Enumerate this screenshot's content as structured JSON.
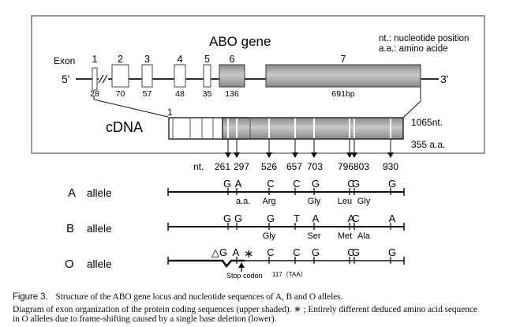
{
  "gene": {
    "title": "ABO gene",
    "legend": [
      "nt.: nucleotide position",
      "a.a.: amino acide"
    ],
    "exon_label": "Exon",
    "five_prime": "5'",
    "three_prime": "3'",
    "exons": [
      {
        "number": "1",
        "length": "28",
        "shaded": false
      },
      {
        "number": "2",
        "length": "70",
        "shaded": false
      },
      {
        "number": "3",
        "length": "57",
        "shaded": false
      },
      {
        "number": "4",
        "length": "48",
        "shaded": false
      },
      {
        "number": "5",
        "length": "35",
        "shaded": false
      },
      {
        "number": "6",
        "length": "136",
        "shaded": true
      },
      {
        "number": "7",
        "length": "691bp",
        "shaded": true
      }
    ]
  },
  "cdna": {
    "label": "cDNA",
    "start_label": "1",
    "length_nt": "1065nt.",
    "length_aa": "355 a.a.",
    "nt_prefix": "nt.",
    "positions": [
      "261",
      "297",
      "526",
      "657",
      "703",
      "796",
      "803",
      "930"
    ]
  },
  "alleles": [
    {
      "name": "A",
      "label": "allele",
      "bases": [
        "G",
        "A",
        "C",
        "C",
        "G",
        "C",
        "G",
        "G"
      ],
      "aa_prefix": "a.a.",
      "amino_acids": {
        "526": "Arg",
        "703": "Gly",
        "796": "Leu",
        "803": "Gly"
      }
    },
    {
      "name": "B",
      "label": "allele",
      "bases": [
        "G",
        "G",
        "G",
        "T",
        "A",
        "A",
        "C",
        "A"
      ],
      "amino_acids": {
        "526": "Gly",
        "703": "Ser",
        "796": "Met",
        "803": "Ala"
      }
    },
    {
      "name": "O",
      "label": "allele",
      "deletion": "△G",
      "bases": [
        "A",
        "C",
        "C",
        "G",
        "C",
        "G",
        "G"
      ],
      "frameshift_marker": "∗",
      "stop_label": "Stop codon",
      "stop_note": "117（TAA）"
    }
  ],
  "caption": {
    "figure_label": "Figure 3.",
    "title": "Structure of the ABO gene locus and nucleotide sequences of A, B and O alleles.",
    "line2": "Diagram of exon organization of the protein coding sequences (upper shaded). ∗ ; Entirely different deduced amino acid sequence",
    "line3": "in O alleles due to frame-shifting caused by a single base deletion (lower)."
  },
  "colors": {
    "exon_shade_dark": "#8a8a8a",
    "exon_shade_light": "#c8c8c8",
    "frame": "#777777",
    "line": "#111111"
  }
}
